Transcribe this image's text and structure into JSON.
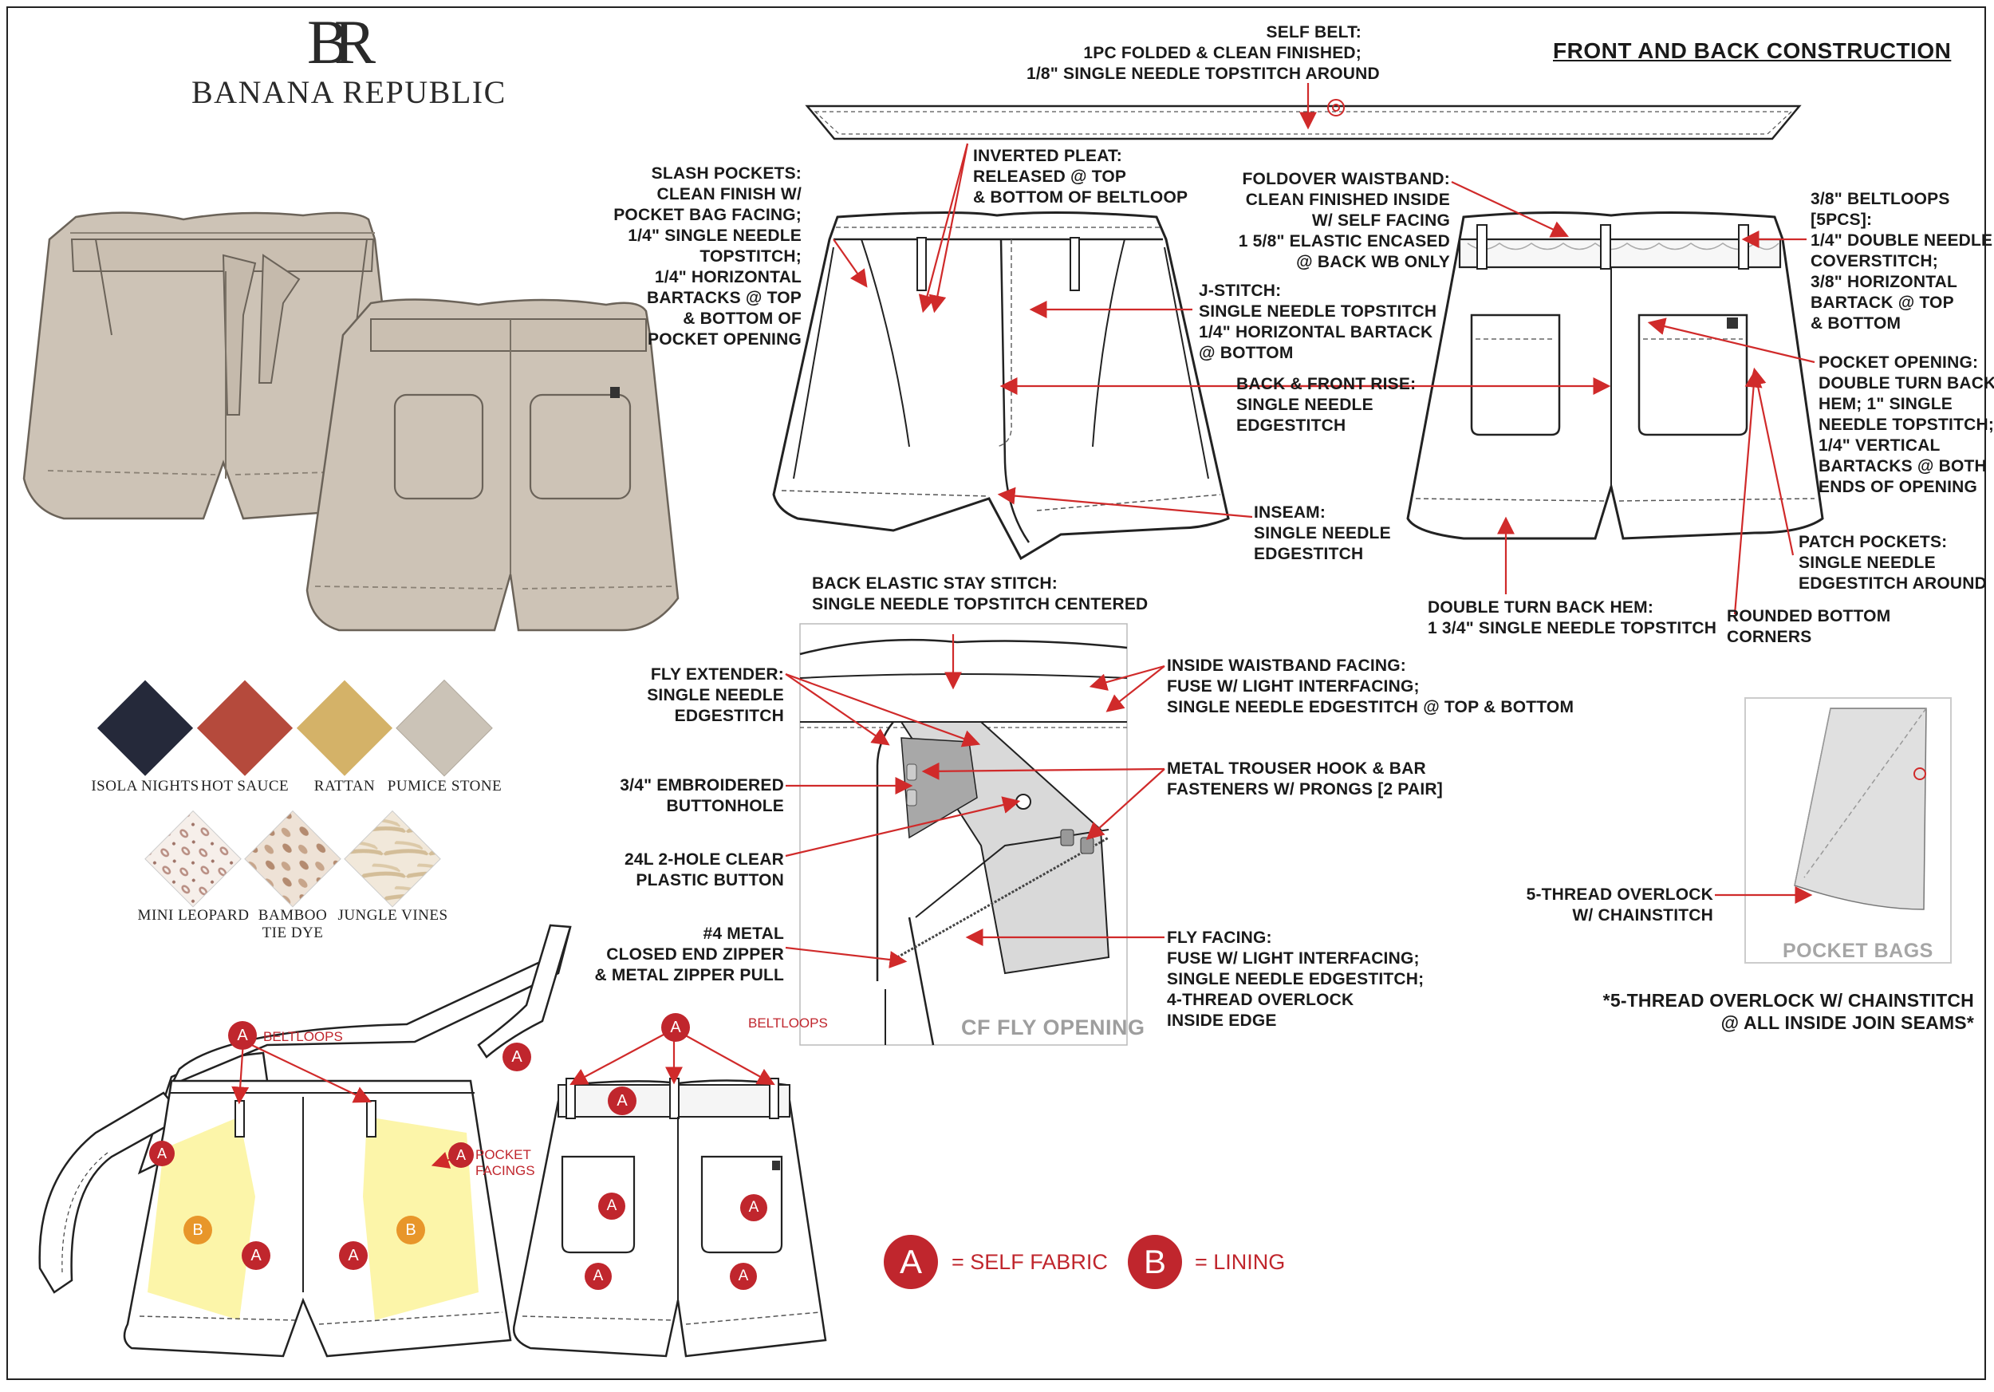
{
  "brand": {
    "monogram": "BR",
    "name": "BANANA REPUBLIC"
  },
  "title": "FRONT AND BACK CONSTRUCTION",
  "callouts": {
    "self_belt": "SELF BELT:\n1PC FOLDED & CLEAN FINISHED;\n1/8\" SINGLE NEEDLE TOPSTITCH AROUND",
    "slash_pockets": "SLASH POCKETS:\nCLEAN FINISH W/\nPOCKET BAG FACING;\n1/4\" SINGLE NEEDLE\nTOPSTITCH;\n1/4\" HORIZONTAL\nBARTACKS @ TOP\n& BOTTOM OF\nPOCKET OPENING",
    "inverted_pleat": "INVERTED PLEAT:\nRELEASED @ TOP\n& BOTTOM OF BELTLOOP",
    "j_stitch": "J-STITCH:\nSINGLE NEEDLE TOPSTITCH\n1/4\" HORIZONTAL BARTACK\n@ BOTTOM",
    "back_front_rise": "BACK & FRONT RISE:\nSINGLE NEEDLE\nEDGESTITCH",
    "inseam": "INSEAM:\nSINGLE NEEDLE\nEDGESTITCH",
    "foldover_waistband": "FOLDOVER WAISTBAND:\nCLEAN FINISHED INSIDE\nW/ SELF FACING\n1 5/8\" ELASTIC ENCASED\n@ BACK WB ONLY",
    "beltloops_spec": "3/8\" BELTLOOPS\n[5PCS]:\n1/4\" DOUBLE NEEDLE\nCOVERSTITCH;\n3/8\" HORIZONTAL\nBARTACK @ TOP\n& BOTTOM",
    "pocket_opening": "POCKET OPENING:\nDOUBLE TURN BACK\nHEM; 1\" SINGLE\nNEEDLE TOPSTITCH;\n1/4\" VERTICAL\nBARTACKS @ BOTH\nENDS OF OPENING",
    "patch_pockets": "PATCH POCKETS:\nSINGLE NEEDLE\nEDGESTITCH AROUND",
    "double_hem": "DOUBLE TURN BACK HEM:\n1 3/4\" SINGLE NEEDLE TOPSTITCH",
    "rounded_corners": "ROUNDED BOTTOM\nCORNERS",
    "back_elastic": "BACK ELASTIC STAY STITCH:\nSINGLE NEEDLE TOPSTITCH CENTERED",
    "fly_extender": "FLY EXTENDER:\nSINGLE NEEDLE\nEDGESTITCH",
    "buttonhole": "3/4\" EMBROIDERED\nBUTTONHOLE",
    "button": "24L 2-HOLE CLEAR\nPLASTIC BUTTON",
    "zipper": "#4 METAL\nCLOSED END ZIPPER\n& METAL ZIPPER PULL",
    "inside_wb_facing": "INSIDE WAISTBAND FACING:\nFUSE W/ LIGHT INTERFACING;\nSINGLE NEEDLE EDGESTITCH @ TOP & BOTTOM",
    "hook_bar": "METAL TROUSER HOOK & BAR\nFASTENERS W/ PRONGS [2 PAIR]",
    "fly_facing": "FLY FACING:\nFUSE W/ LIGHT INTERFACING;\nSINGLE NEEDLE EDGESTITCH;\n4-THREAD OVERLOCK\nINSIDE EDGE",
    "overlock": "5-THREAD OVERLOCK\nW/ CHAINSTITCH",
    "overlock_note": "*5-THREAD OVERLOCK W/ CHAINSTITCH\n@ ALL INSIDE JOIN SEAMS*"
  },
  "panel_labels": {
    "cf_fly": "CF FLY OPENING",
    "pocket_bags": "POCKET BAGS"
  },
  "colorways": [
    {
      "name": "ISOLA NIGHTS",
      "color": "#25293a"
    },
    {
      "name": "HOT SAUCE",
      "color": "#b54a3c"
    },
    {
      "name": "RATTAN",
      "color": "#d4b268"
    },
    {
      "name": "PUMICE STONE",
      "color": "#cbc3b7"
    }
  ],
  "prints": [
    {
      "name": "MINI LEOPARD",
      "icon": "mini-leopard-print"
    },
    {
      "name": "BAMBOO\nTIE DYE",
      "icon": "bamboo-tie-dye-print"
    },
    {
      "name": "JUNGLE VINES",
      "icon": "jungle-vines-print"
    }
  ],
  "fabric_map": {
    "beltloops": "BELTLOOPS",
    "pocket_facings": "POCKET\nFACINGS",
    "marker_a": "A",
    "marker_b": "B",
    "legend_a": "= SELF FABRIC",
    "legend_b": "= LINING"
  },
  "colors": {
    "accent_red": "#c0262d",
    "lining_yellow": "#fbf39a",
    "marker_orange": "#e8962a",
    "garment_tan": "#cdc3b6"
  }
}
